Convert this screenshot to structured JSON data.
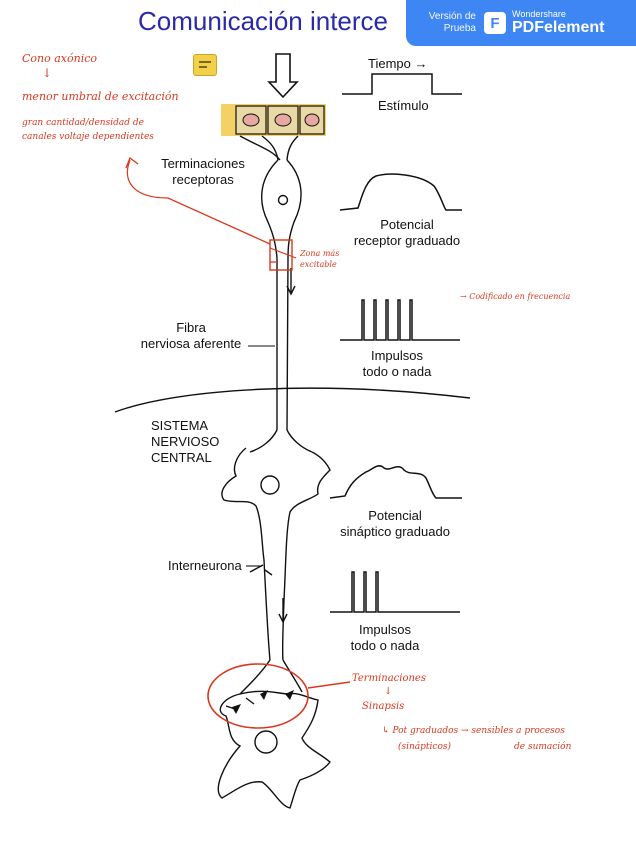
{
  "page": {
    "title": "Comunicación interce",
    "watermark": {
      "left_line1": "Versión de",
      "left_line2": "Prueba",
      "brand": "Wondershare",
      "product": "PDFelement"
    }
  },
  "diagram": {
    "labels": {
      "tiempo": "Tiempo →",
      "estimulo": "Estímulo",
      "terminaciones_1": "Terminaciones",
      "terminaciones_2": "receptoras",
      "potencial_receptor_1": "Potencial",
      "potencial_receptor_2": "receptor graduado",
      "fibra_1": "Fibra",
      "fibra_2": "nerviosa aferente",
      "impulsos1_1": "Impulsos",
      "impulsos1_2": "todo o nada",
      "snc_1": "SISTEMA",
      "snc_2": "NERVIOSO",
      "snc_3": "CENTRAL",
      "potencial_sinaptico_1": "Potencial",
      "potencial_sinaptico_2": "sináptico graduado",
      "interneurona": "Interneurona",
      "impulsos2_1": "Impulsos",
      "impulsos2_2": "todo o nada"
    }
  },
  "handwritten": {
    "cono_axonico": "Cono axónico",
    "menor_umbral": "menor umbral de excitación",
    "gran_cantidad": "gran cantidad/densidad de",
    "canales": "canales voltaje dependientes",
    "zona_1": "Zona más",
    "zona_2": "excitable",
    "codificado": "→ Codificado en frecuencia",
    "term_1": "Terminaciones",
    "term_arrow": "↓",
    "term_2": "Sinapsis",
    "pot_1": "↳ Pot graduados → sensibles a procesos",
    "pot_2": "(sinápticos)",
    "pot_3": "de sumación"
  },
  "colors": {
    "title": "#2a2aa8",
    "annotation": "#d9381e",
    "watermark": "#3d86f3",
    "highlight": "#f2c94c"
  }
}
